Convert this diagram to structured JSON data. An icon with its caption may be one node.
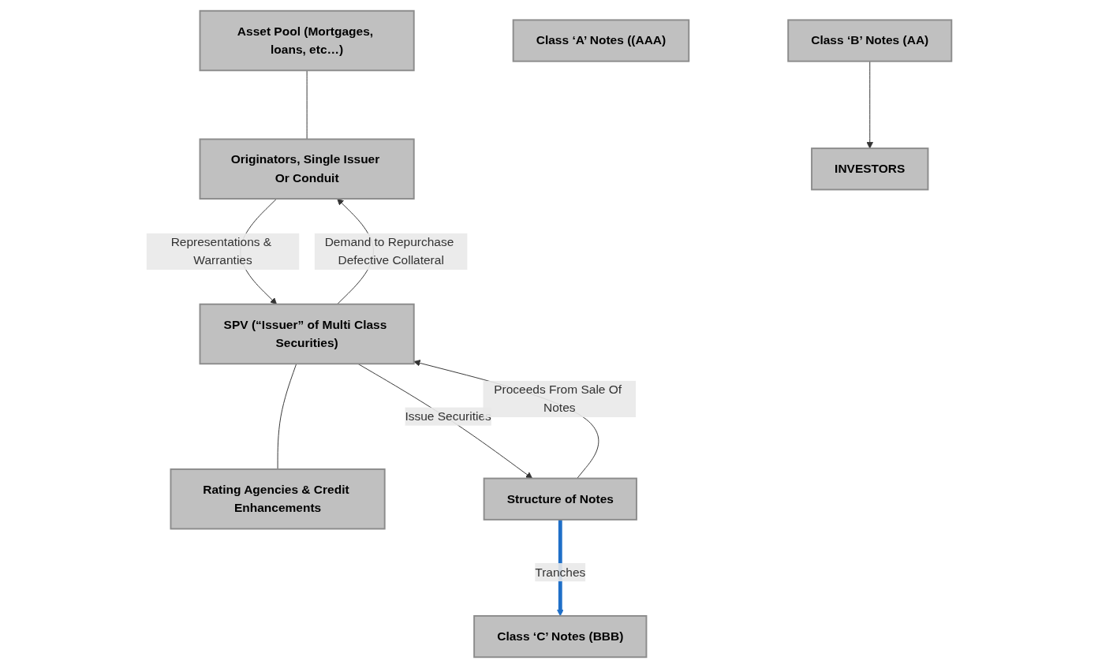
{
  "diagram": {
    "nodes": [
      {
        "text": [
          "Asset Pool (Mortgages, loans, etc…)"
        ]
      },
      {
        "text": [
          "Originators, Single Issuer Or Conduit"
        ]
      },
      {
        "text": [
          "Rating Agencies & Credit Enhancements"
        ]
      },
      {
        "text": [
          "SPV (“Issuer” of Multi Class Securities)"
        ]
      },
      {
        "text": [
          "Class ‘A’ Notes ((AAA)"
        ]
      },
      {
        "text": [
          "Class ‘B’ Notes (AA)"
        ]
      },
      {
        "text": [
          "INVESTORS"
        ]
      },
      {
        "text": [
          "Class ‘C’ Notes (BBB)"
        ]
      },
      {
        "text": [
          "Structure of Notes"
        ]
      }
    ],
    "edges": [
      {
        "from": 0,
        "to": 1,
        "arrow": "none"
      },
      {
        "from": 1,
        "to": 3,
        "arrow": "to",
        "label": "Representations & Warranties"
      },
      {
        "from": 3,
        "to": 1,
        "arrow": "to",
        "label": "Demand to Repurchase Defective Collateral"
      },
      {
        "from": 3,
        "to": 2,
        "arrow": "none"
      },
      {
        "from": 3,
        "to": 8,
        "arrow": "to",
        "label": "Issue Securities"
      },
      {
        "from": 8,
        "to": 3,
        "arrow": "to",
        "label": "Proceeds From Sale Of Notes"
      },
      {
        "from": 8,
        "to": 7,
        "arrow": "to",
        "label": "Tranches",
        "style": "thick",
        "color": "#1f6fc8"
      },
      {
        "from": 5,
        "to": 6,
        "arrow": "to"
      }
    ]
  }
}
